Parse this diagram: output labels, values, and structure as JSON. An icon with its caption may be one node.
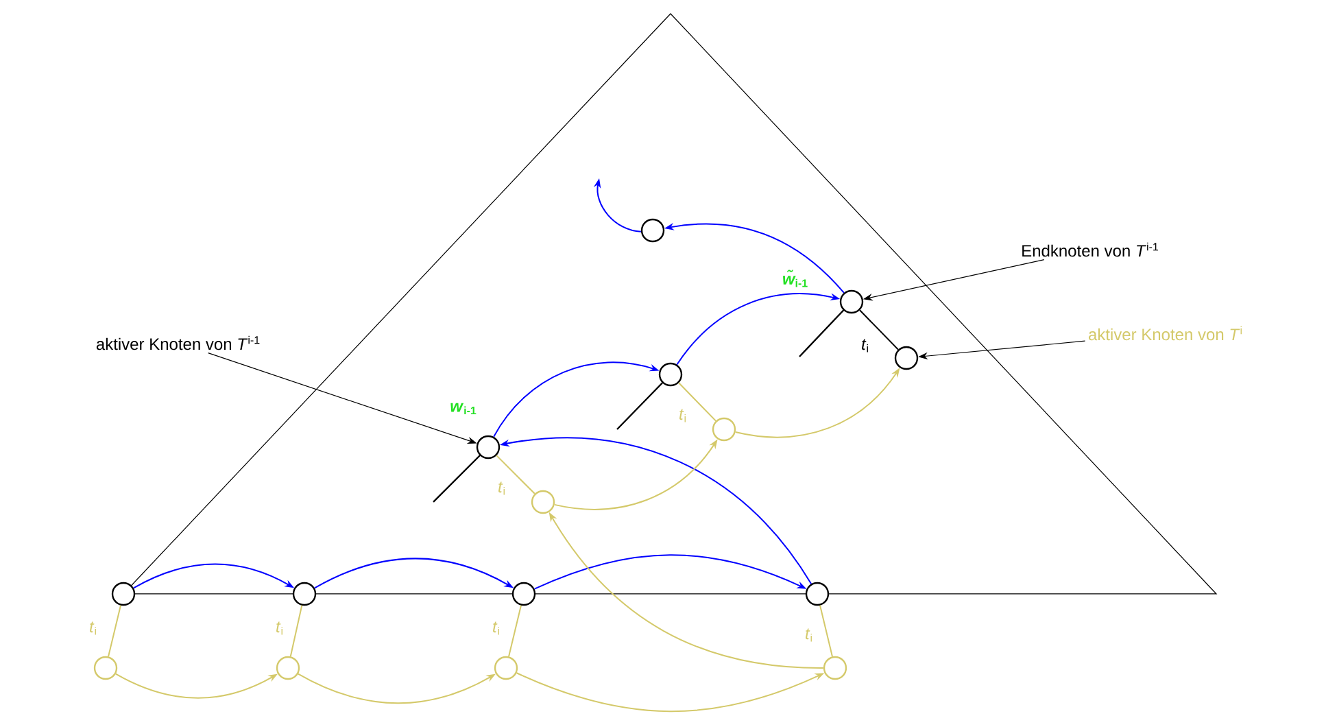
{
  "diagram": {
    "nodes": [
      {
        "text": [],
        "shape": "circle"
      },
      {
        "text": [
          "Endknoten von *T*$^{i-1}$"
        ]
      },
      {
        "text": [],
        "shape": "circle",
        "beside": [
          "*w̃*$_{i-1}$"
        ]
      },
      {
        "text": [
          "aktiver Knoten von *T*$^{i-1}$"
        ]
      },
      {
        "text": [
          "aktiver Knoten von *T*$^{i}$"
        ]
      },
      {
        "text": [],
        "shape": "circle"
      },
      {
        "text": [],
        "shape": "circle"
      },
      {
        "text": [],
        "shape": "circle"
      },
      {
        "text": [],
        "shape": "circle",
        "beside": [
          "*w*$_{i-1}$"
        ]
      },
      {
        "text": [],
        "shape": "circle"
      },
      {
        "text": [],
        "shape": "circle"
      },
      {
        "text": [],
        "shape": "circle"
      },
      {
        "text": [],
        "shape": "circle"
      },
      {
        "text": [],
        "shape": "circle"
      },
      {
        "text": [],
        "shape": "circle"
      },
      {
        "text": [],
        "shape": "circle"
      },
      {
        "text": [],
        "shape": "circle"
      },
      {
        "text": [],
        "shape": "circle"
      }
    ],
    "edges": [
      {
        "from": 10,
        "to": 11,
        "arrow": "to",
        "color": "#0000ff"
      },
      {
        "from": 11,
        "to": 12,
        "arrow": "to",
        "color": "#0000ff"
      },
      {
        "from": 12,
        "to": 13,
        "arrow": "to",
        "color": "#0000ff"
      },
      {
        "from": 13,
        "to": 8,
        "arrow": "to",
        "color": "#0000ff"
      },
      {
        "from": 8,
        "to": 6,
        "arrow": "to",
        "color": "#0000ff"
      },
      {
        "from": 6,
        "to": 2,
        "arrow": "to",
        "color": "#0000ff"
      },
      {
        "from": 2,
        "to": 0,
        "arrow": "to",
        "color": "#0000ff"
      },
      {
        "from": 0,
        "to": null,
        "arrow": "to",
        "color": "#0000ff"
      },
      {
        "from": 10,
        "to": 14,
        "arrow": "none",
        "label": "*t*$_{i}$",
        "color": "#d4c96a"
      },
      {
        "from": 14,
        "to": 15,
        "arrow": "to",
        "color": "#d4c96a"
      },
      {
        "from": 11,
        "to": 15,
        "arrow": "none",
        "label": "*t*$_{i}$",
        "color": "#d4c96a"
      },
      {
        "from": 15,
        "to": 16,
        "arrow": "to",
        "color": "#d4c96a"
      },
      {
        "from": 12,
        "to": 16,
        "arrow": "none",
        "label": "*t*$_{i}$",
        "color": "#d4c96a"
      },
      {
        "from": 16,
        "to": 17,
        "arrow": "to",
        "color": "#d4c96a"
      },
      {
        "from": 13,
        "to": 17,
        "arrow": "none",
        "label": "*t*$_{i}$",
        "color": "#d4c96a"
      },
      {
        "from": 17,
        "to": 9,
        "arrow": "to",
        "color": "#d4c96a"
      },
      {
        "from": 8,
        "to": 9,
        "arrow": "none",
        "label": "*t*$_{i}$",
        "color": "#d4c96a"
      },
      {
        "from": 9,
        "to": 7,
        "arrow": "to",
        "color": "#d4c96a"
      },
      {
        "from": 6,
        "to": 7,
        "arrow": "none",
        "label": "*t*$_{i}$",
        "color": "#d4c96a"
      },
      {
        "from": 7,
        "to": 5,
        "arrow": "to",
        "color": "#d4c96a"
      },
      {
        "from": 2,
        "to": 5,
        "arrow": "none",
        "label": "*t*$_{i}$",
        "color": "#000000"
      },
      {
        "from": 3,
        "to": 8,
        "arrow": "to",
        "color": "#000000"
      },
      {
        "from": 1,
        "to": 2,
        "arrow": "to",
        "color": "#000000"
      },
      {
        "from": 4,
        "to": 5,
        "arrow": "to",
        "color": "#000000"
      }
    ]
  }
}
